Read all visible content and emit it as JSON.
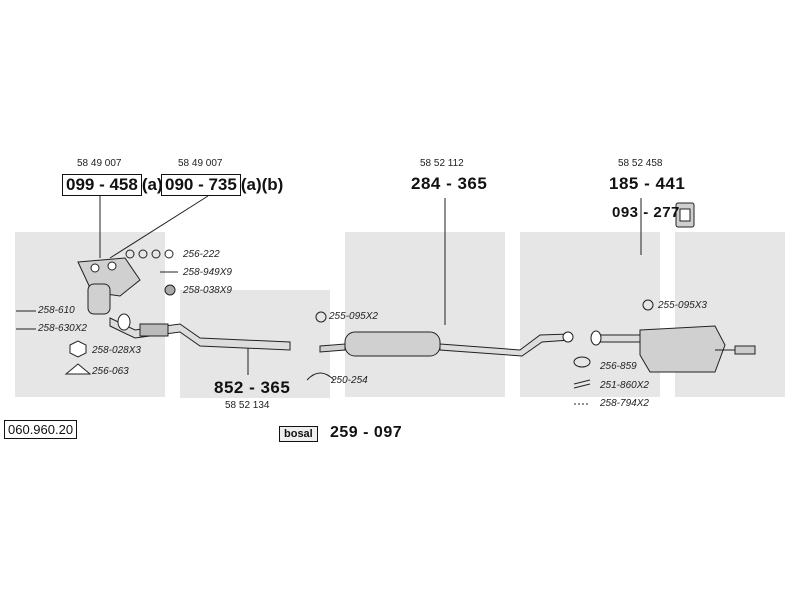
{
  "watermark": "bosal",
  "reference_code": "060.960.20",
  "parts": {
    "p1": {
      "oem": "58 49 007",
      "number": "099 - 458",
      "suffix": "(a)"
    },
    "p2": {
      "oem": "58 49 007",
      "number": "090 - 735",
      "suffix": "(a)(b)"
    },
    "p3": {
      "oem": "58 52 112",
      "number": "284 - 365"
    },
    "p4": {
      "oem": "58 52 458",
      "number": "185 - 441"
    },
    "p5": {
      "number": "093 - 277"
    },
    "p6": {
      "number": "852 - 365",
      "oem": "58 52 134"
    },
    "p7": {
      "number": "259 - 097",
      "badge": "bosal"
    }
  },
  "small_parts": {
    "s1": "256-222",
    "s2": "258-949X9",
    "s3": "258-038X9",
    "s4": "258-610",
    "s5": "258-630X2",
    "s6": "258-028X3",
    "s7": "256-063",
    "s8": "255-095X2",
    "s9": "250-254",
    "s10": "255-095X3",
    "s11": "256-859",
    "s12": "251-860X2",
    "s13": "258-794X2"
  },
  "colors": {
    "watermark": "#e6e6e6",
    "line": "#222222",
    "part_fill": "#d0d0d0"
  }
}
